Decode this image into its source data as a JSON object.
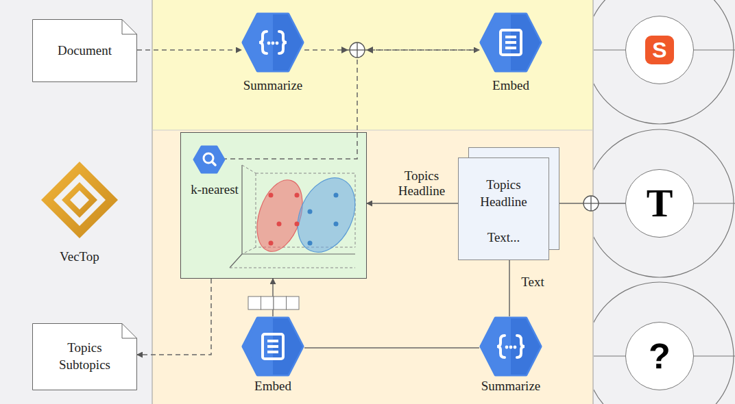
{
  "diagram": {
    "nodes": [
      {
        "text": [
          "Document"
        ]
      },
      {
        "text": [
          "Summarize"
        ]
      },
      {
        "text": [
          "Embed"
        ]
      },
      {
        "text": [
          "k-nearest"
        ]
      },
      {
        "text": [
          "Topics Headline",
          "Text..."
        ]
      },
      {
        "text": [
          "Embed"
        ]
      },
      {
        "text": [
          "Summarize"
        ]
      },
      {
        "text": [
          "Topics Subtopics"
        ]
      },
      {
        "text": [
          "S"
        ]
      },
      {
        "text": [
          "T"
        ]
      },
      {
        "text": [
          "?"
        ]
      }
    ],
    "edges": [
      {
        "from": 0,
        "to": 1,
        "arrow": "to"
      },
      {
        "from": 1,
        "to": 2,
        "arrow": "to"
      },
      {
        "from": 2,
        "to": 3,
        "arrow": "none"
      },
      {
        "from": 3,
        "to": 7,
        "arrow": "to"
      },
      {
        "from": 9,
        "to": 4,
        "arrow": "none"
      },
      {
        "from": 4,
        "to": 3,
        "label": "Topics Headline",
        "arrow": "to"
      },
      {
        "from": 4,
        "to": 6,
        "label": "Text",
        "arrow": "none"
      },
      {
        "from": 6,
        "to": 5,
        "arrow": "none"
      },
      {
        "from": 5,
        "to": 3,
        "arrow": "to"
      }
    ],
    "labels": [
      "VecTop"
    ]
  }
}
